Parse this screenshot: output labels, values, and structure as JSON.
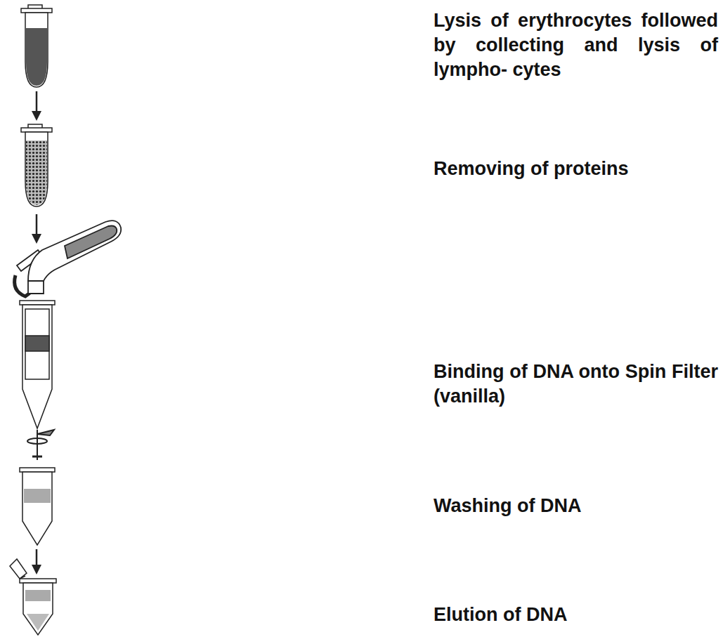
{
  "diagram": {
    "labels": [
      "Lysis of erythrocytes followed by collecting and lysis of lympho- cytes",
      "Removing of proteins",
      "Binding of DNA onto Spin Filter (vanilla)",
      "Washing of DNA",
      "Elution of DNA"
    ]
  }
}
